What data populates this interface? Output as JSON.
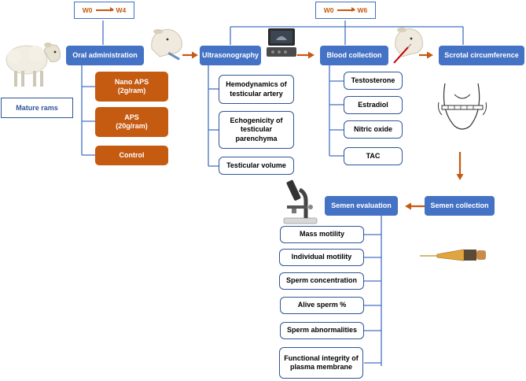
{
  "timing": {
    "oral": {
      "start": "W0",
      "end": "W4"
    },
    "measure": {
      "start": "W0",
      "end": "W6"
    }
  },
  "left": {
    "mature_rams": "Mature rams",
    "oral_administration": "Oral administration",
    "groups": [
      "Nano APS\n(2g/ram)",
      "APS\n(20g/ram)",
      "Control"
    ]
  },
  "ultrasonography": {
    "title": "Ultrasonography",
    "items": [
      "Hemodynamics of testicular artery",
      "Echogenicity of testicular parenchyma",
      "Testicular volume"
    ]
  },
  "blood": {
    "title": "Blood collection",
    "items": [
      "Testosterone",
      "Estradiol",
      "Nitric oxide",
      "TAC"
    ]
  },
  "scrotal": {
    "title": "Scrotal circumference"
  },
  "semen_collection": {
    "title": "Semen collection"
  },
  "semen_evaluation": {
    "title": "Semen evaluation",
    "items": [
      "Mass motility",
      "Individual motility",
      "Sperm concentration",
      "Alive sperm %",
      "Sperm abnormalities",
      "Functional integrity of plasma membrane"
    ]
  },
  "colors": {
    "blue": "#4472c4",
    "orange": "#c55a11",
    "dark_blue": "#2f5597"
  },
  "icons": [
    "sheep-icon",
    "sheep-head-icon",
    "ultrasound-machine-icon",
    "syringe-icon",
    "scrotal-measure-icon",
    "microscope-icon",
    "artificial-vagina-icon"
  ]
}
